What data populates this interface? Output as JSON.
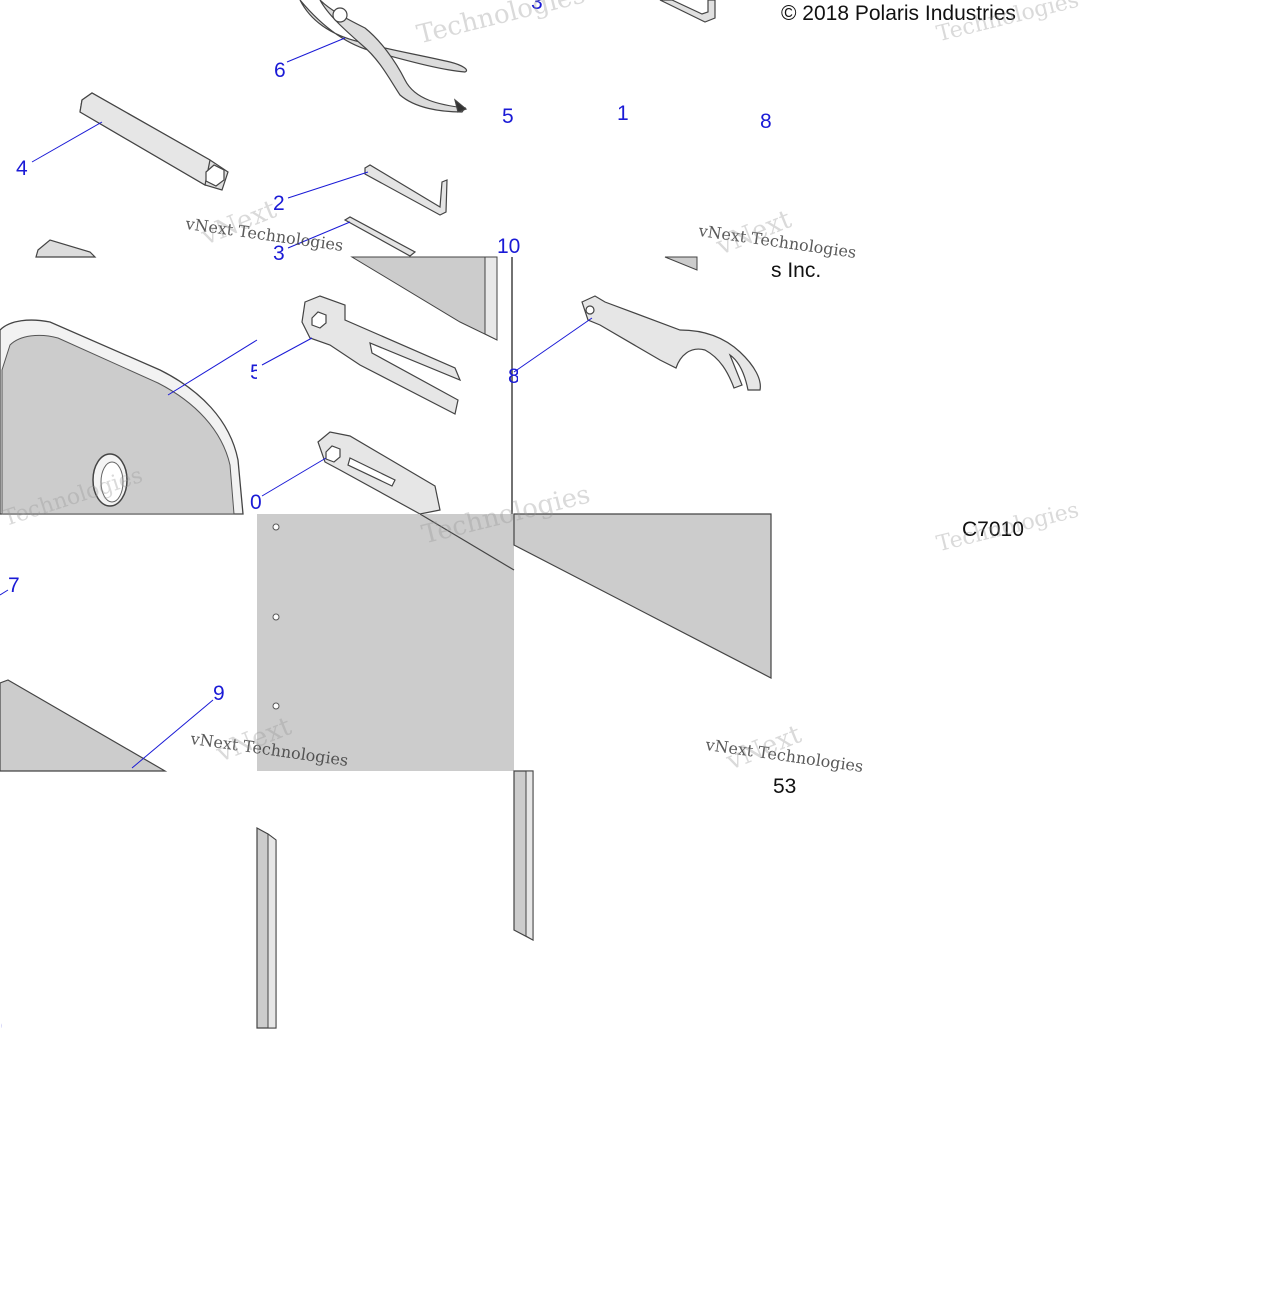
{
  "copyright": {
    "text": "© 2018 Polaris Industries",
    "tail": "s Inc."
  },
  "figure_code": "C7010",
  "fragment_code": "53",
  "callouts": [
    "6",
    "4",
    "2",
    "3",
    "5",
    "1",
    "8",
    "10",
    "7",
    "9"
  ],
  "callout_fragments": [
    "3",
    "5",
    "0",
    "8",
    "0"
  ],
  "watermark": {
    "primary": "Technologies",
    "secondary": "vNext Technologies",
    "short": "vNext"
  },
  "colors": {
    "callout": "#1a1ad6",
    "part_fill": "#cccccc",
    "outline": "#444444"
  }
}
